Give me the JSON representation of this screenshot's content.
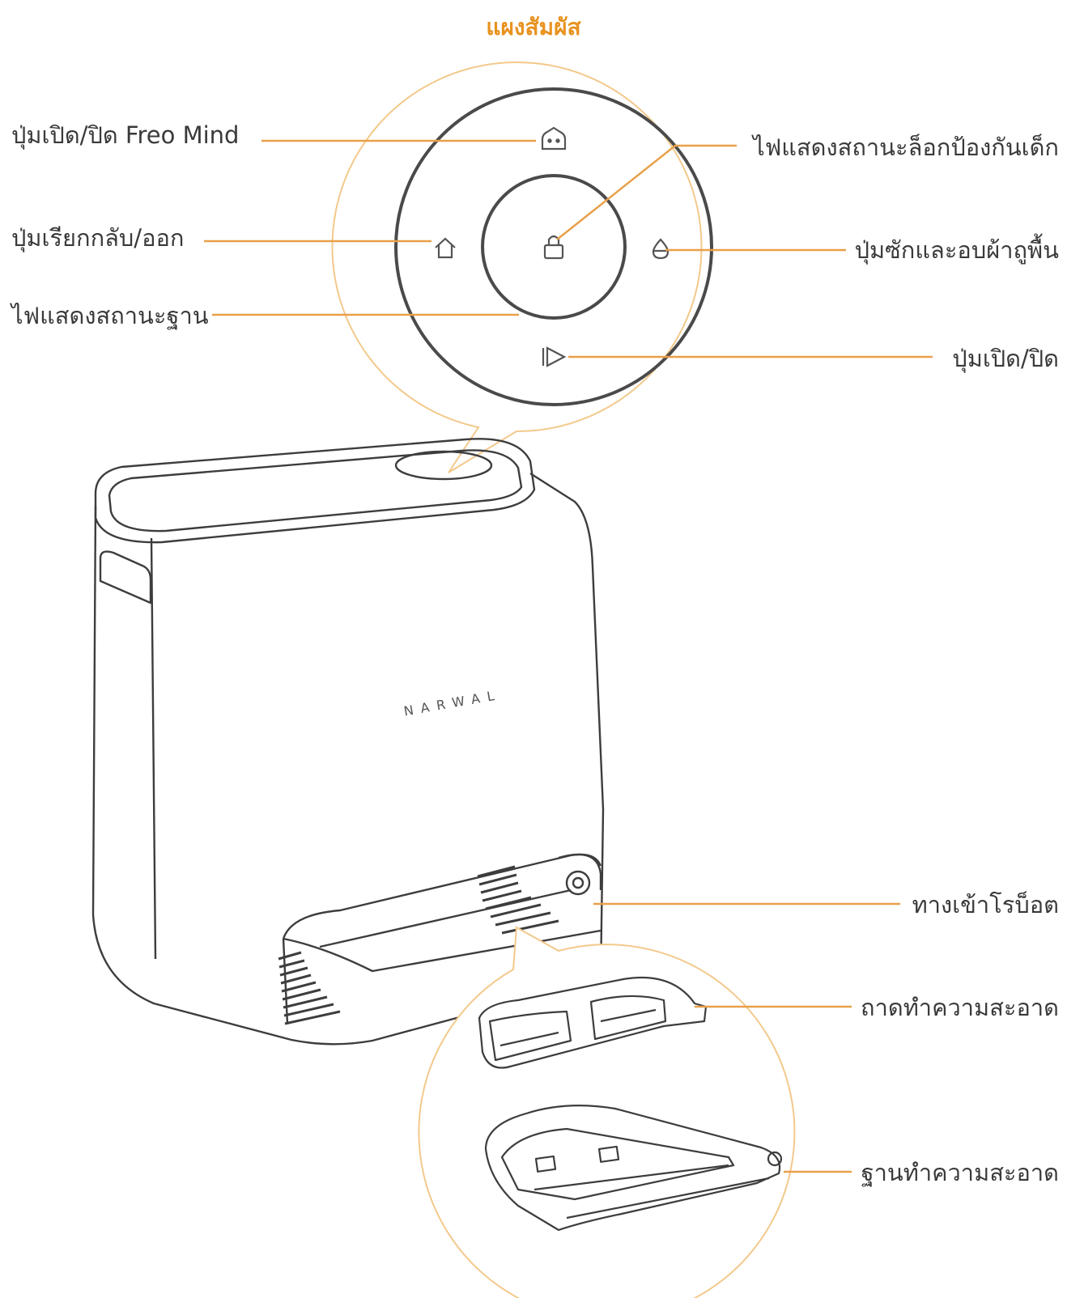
{
  "title": "แผงสัมผัส",
  "colors": {
    "accent": "#e8921e",
    "line": "#e9a04a",
    "bubble": "#f3c98c",
    "device": "#3d3d3d"
  },
  "touch_panel_labels": {
    "freo_mind_button": "ปุ่มเปิด/ปิด Freo Mind",
    "child_lock_indicator": "ไฟแสดงสถานะล็อกป้องกันเด็ก",
    "recall_exit_button": "ปุ่มเรียกกลับ/ออก",
    "mop_wash_dry_button": "ปุ่มซักและอบผ้าถูพื้น",
    "station_status_light": "ไฟแสดงสถานะฐาน",
    "power_button": "ปุ่มเปิด/ปิด"
  },
  "station_labels": {
    "robot_entrance": "ทางเข้าโรบ็อต",
    "cleaning_tray": "ถาดทำความสะอาด",
    "cleaning_base": "ฐานทำความสะอาด"
  },
  "brand_text": "NARWAL",
  "icons": [
    "freo-mind-icon",
    "lock-icon",
    "home-icon",
    "mop-drop-icon",
    "power-play-icon"
  ]
}
